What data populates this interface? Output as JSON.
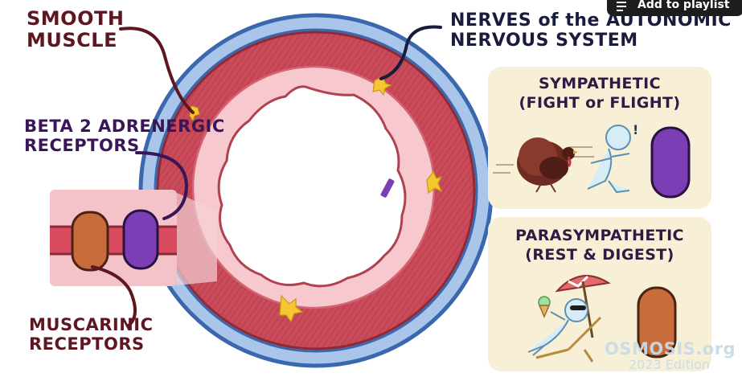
{
  "labels": {
    "smooth_muscle": [
      "SMOOTH",
      "MUSCLE"
    ],
    "nerves": [
      "NERVES of the AUTONOMIC",
      "NERVOUS SYSTEM"
    ],
    "beta2": [
      "BETA 2 ADRENERGIC",
      "RECEPTORS"
    ],
    "muscarinic": [
      "MUSCARINIC",
      "RECEPTORS"
    ]
  },
  "cards": {
    "sympathetic": {
      "title": [
        "SYMPATHETIC",
        "(FIGHT or FLIGHT)"
      ]
    },
    "parasympathetic": {
      "title": [
        "PARASYMPATHETIC",
        "(REST & DIGEST)"
      ]
    }
  },
  "overlay": {
    "playlist_label": "Add to playlist"
  },
  "watermark": {
    "brand": "OSMOSIS.org",
    "edition": "2023 Edition"
  },
  "colors": {
    "adventitia": "#a9c6ea",
    "adventitia_edge": "#3a67ad",
    "smooth_muscle": "#c94a58",
    "mucosa": "#f7c9cf",
    "lumen": "#ffffff",
    "beta_receptor": "#7b3eb4",
    "muscarinic_receptor": "#c86c3c",
    "card_bg": "#f7f0d6"
  }
}
